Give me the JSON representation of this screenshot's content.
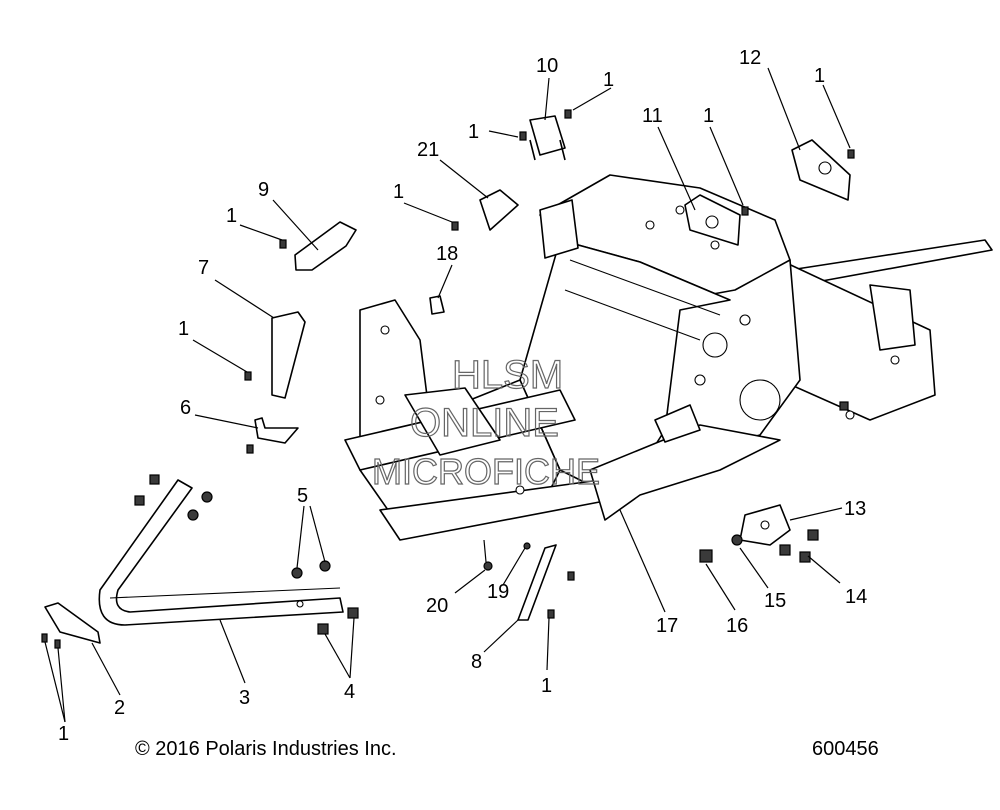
{
  "callouts": {
    "c1a": "1",
    "c1b": "1",
    "c1c": "1",
    "c1d": "1",
    "c1e": "1",
    "c1f": "1",
    "c1g": "1",
    "c1h": "1",
    "c1i": "1",
    "c2": "2",
    "c3": "3",
    "c4": "4",
    "c5": "5",
    "c6": "6",
    "c7": "7",
    "c8": "8",
    "c9": "9",
    "c10": "10",
    "c11": "11",
    "c12": "12",
    "c13": "13",
    "c14": "14",
    "c15": "15",
    "c16": "16",
    "c17": "17",
    "c18": "18",
    "c19": "19",
    "c20": "20",
    "c21": "21"
  },
  "watermark": {
    "line1": "HLSM",
    "line2": "ONLINE",
    "line3": "MICROFICHE"
  },
  "footer": {
    "copyright": "© 2016 Polaris Industries Inc.",
    "document_number": "600456"
  }
}
